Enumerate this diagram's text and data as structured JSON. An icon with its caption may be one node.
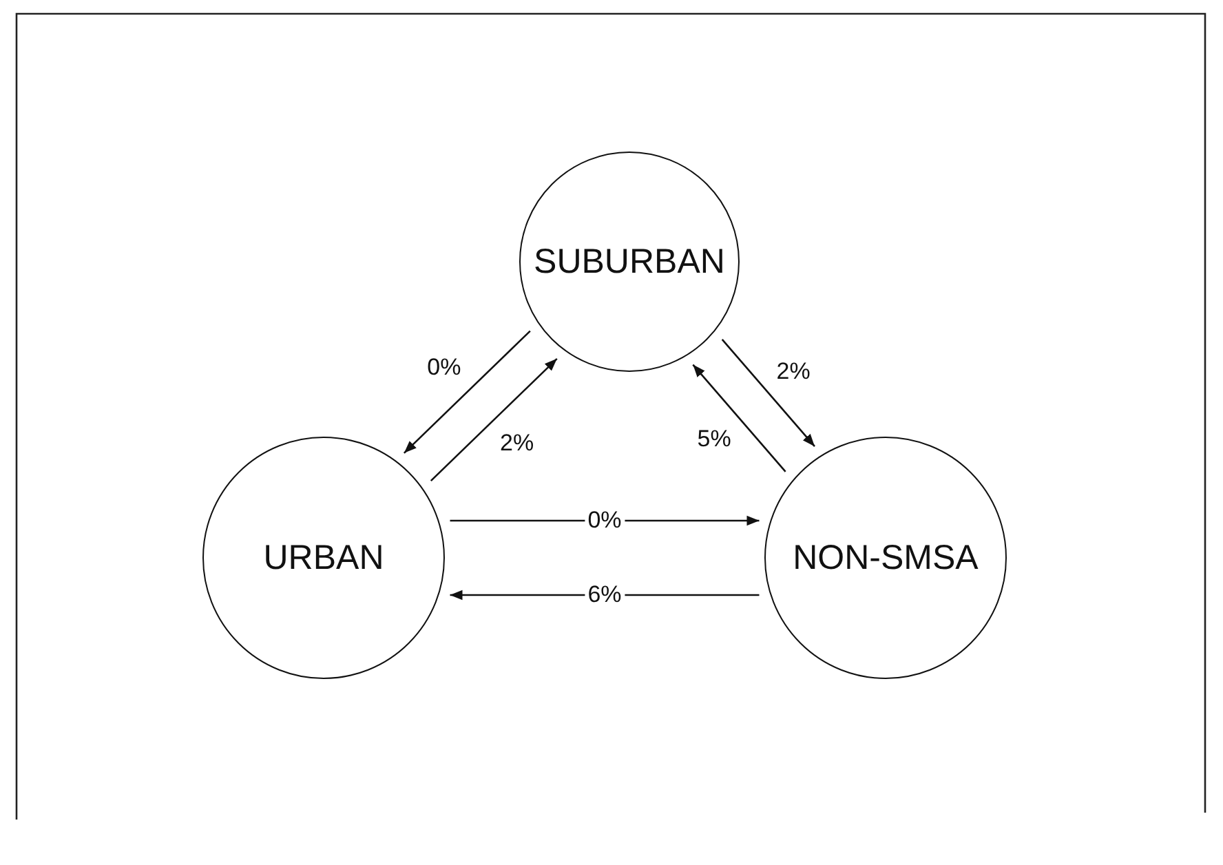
{
  "diagram": {
    "nodes": [
      {
        "text": [
          "SUBURBAN"
        ]
      },
      {
        "text": [
          "URBAN"
        ]
      },
      {
        "text": [
          "NON-SMSA"
        ]
      }
    ],
    "edges": [
      {
        "from": 0,
        "to": 1,
        "arrow": "to",
        "label": "0%"
      },
      {
        "from": 1,
        "to": 0,
        "arrow": "to",
        "label": "2%"
      },
      {
        "from": 0,
        "to": 2,
        "arrow": "to",
        "label": "2%"
      },
      {
        "from": 2,
        "to": 0,
        "arrow": "to",
        "label": "5%"
      },
      {
        "from": 1,
        "to": 2,
        "arrow": "to",
        "label": "0%"
      },
      {
        "from": 2,
        "to": 1,
        "arrow": "to",
        "label": "6%"
      }
    ]
  }
}
